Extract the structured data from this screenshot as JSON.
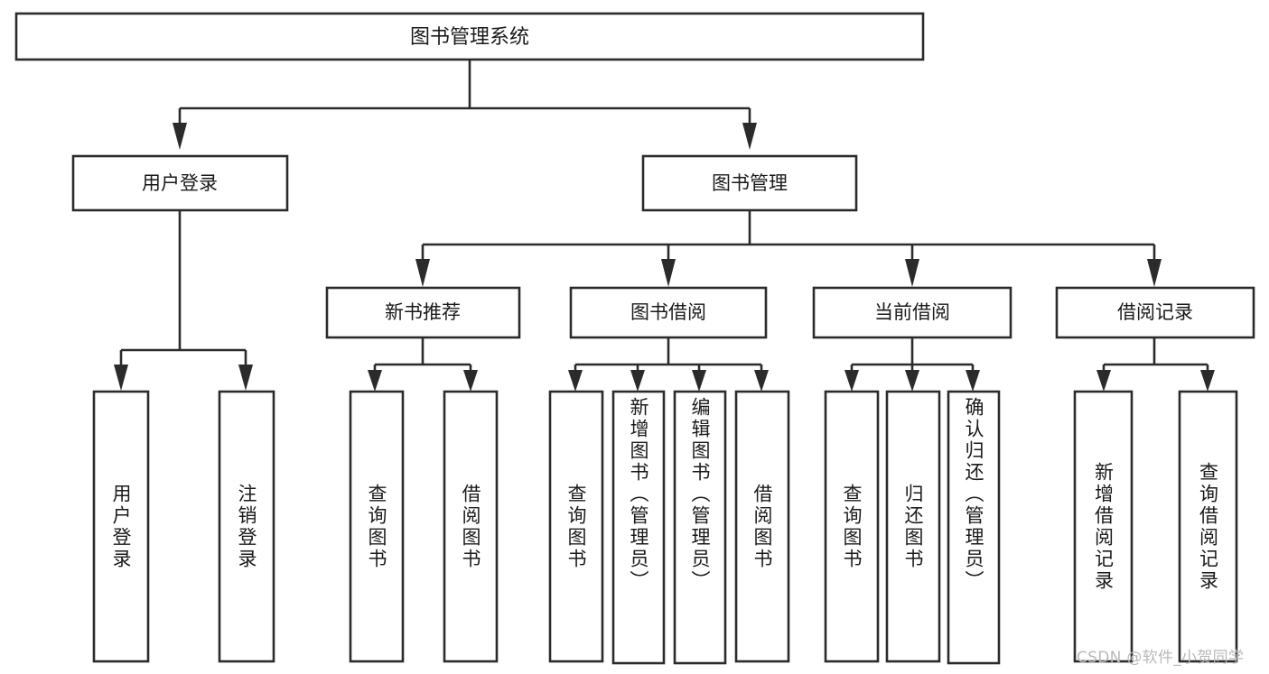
{
  "diagram": {
    "type": "tree-hierarchy",
    "title": "图书管理系统",
    "orientation": "top-down",
    "root": {
      "id": "root",
      "label": "图书管理系统",
      "text_direction": "horizontal"
    },
    "level2": [
      {
        "id": "user-login",
        "label": "用户登录",
        "text_direction": "horizontal"
      },
      {
        "id": "book-management",
        "label": "图书管理",
        "text_direction": "horizontal"
      }
    ],
    "level3": [
      {
        "id": "new-book-recommend",
        "label": "新书推荐",
        "parent": "book-management",
        "text_direction": "horizontal"
      },
      {
        "id": "book-borrow",
        "label": "图书借阅",
        "parent": "book-management",
        "text_direction": "horizontal"
      },
      {
        "id": "current-borrow",
        "label": "当前借阅",
        "parent": "book-management",
        "text_direction": "horizontal"
      },
      {
        "id": "borrow-record",
        "label": "借阅记录",
        "parent": "book-management",
        "text_direction": "horizontal"
      }
    ],
    "leaves": [
      {
        "id": "leaf-user-login",
        "label": "用户登录",
        "parent": "user-login",
        "text_direction": "vertical"
      },
      {
        "id": "leaf-user-logout",
        "label": "注销登录",
        "parent": "user-login",
        "text_direction": "vertical"
      },
      {
        "id": "leaf-query-book-rec",
        "label": "查询图书",
        "parent": "new-book-recommend",
        "text_direction": "vertical"
      },
      {
        "id": "leaf-borrow-book-rec",
        "label": "借阅图书",
        "parent": "new-book-recommend",
        "text_direction": "vertical"
      },
      {
        "id": "leaf-query-book-bor",
        "label": "查询图书",
        "parent": "book-borrow",
        "text_direction": "vertical"
      },
      {
        "id": "leaf-add-book-admin",
        "label": "新增图书（管理员）",
        "parent": "book-borrow",
        "text_direction": "vertical"
      },
      {
        "id": "leaf-edit-book-admin",
        "label": "编辑图书（管理员）",
        "parent": "book-borrow",
        "text_direction": "vertical"
      },
      {
        "id": "leaf-borrow-book-bor",
        "label": "借阅图书",
        "parent": "book-borrow",
        "text_direction": "vertical"
      },
      {
        "id": "leaf-query-book-cur",
        "label": "查询图书",
        "parent": "current-borrow",
        "text_direction": "vertical"
      },
      {
        "id": "leaf-return-book",
        "label": "归还图书",
        "parent": "current-borrow",
        "text_direction": "vertical"
      },
      {
        "id": "leaf-confirm-return-admin",
        "label": "确认归还（管理员）",
        "parent": "current-borrow",
        "text_direction": "vertical"
      },
      {
        "id": "leaf-add-borrow-record",
        "label": "新增借阅记录",
        "parent": "borrow-record",
        "text_direction": "vertical"
      },
      {
        "id": "leaf-query-borrow-record",
        "label": "查询借阅记录",
        "parent": "borrow-record",
        "text_direction": "vertical"
      }
    ],
    "colors": {
      "stroke": "#2b2b2b",
      "fill": "#ffffff",
      "text": "#1a1a1a",
      "background": "#ffffff",
      "watermark": "#b9b9b9"
    }
  },
  "watermark": {
    "text": "CSDN @软件_小贺同学"
  }
}
